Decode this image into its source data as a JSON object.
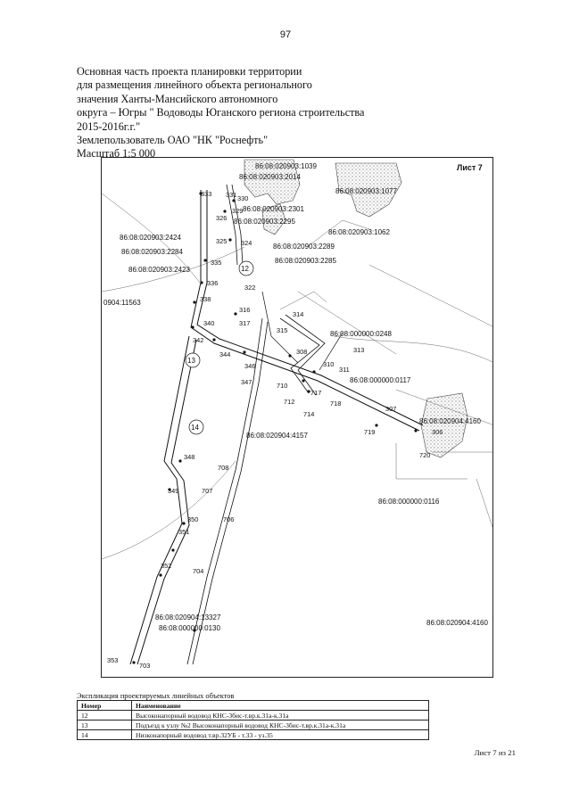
{
  "page_number": "97",
  "header": {
    "lines": [
      "Основная часть проекта планировки территории",
      "для размещения линейного объекта регионального",
      "значения Ханты-Мансийского автономного",
      "округа – Югры \" Водоводы Юганского региона строительства",
      "2015-2016г.г.\"",
      "Землепользователь ОАО \"НК \"Роснефть\"",
      "Масштаб 1:5 000"
    ]
  },
  "map": {
    "sheet_label": "Лист 7",
    "cadastral": [
      "86:08:020903:1039",
      "86:08:020903:2014",
      "86:08:020903:1077",
      "86:08:020903:2301",
      "86:08:020903:2295",
      "86:08:020903:2424",
      "86:08:020903:1062",
      "86:08:020903:2284",
      "86:08:020903:2289",
      "86:08:020903:2285",
      "86:08:020903:2423",
      "0904:11563",
      "86:08:000000:0248",
      "86:08:000000:0117",
      "86:08:020904:4160",
      "86:08:020904:4157",
      "86:08:000000:0116",
      "86:08:020904:13327",
      "86:08:000000:0130",
      "86:08:020904:4160"
    ],
    "point_labels": [
      "333",
      "331",
      "330",
      "329",
      "326",
      "325",
      "324",
      "335",
      "336",
      "322",
      "338",
      "316",
      "317",
      "340",
      "314",
      "315",
      "342",
      "308",
      "313",
      "344",
      "310",
      "311",
      "346",
      "347",
      "710",
      "717",
      "712",
      "718",
      "714",
      "307",
      "719",
      "306",
      "720",
      "348",
      "708",
      "349",
      "707",
      "350",
      "706",
      "351",
      "352",
      "704",
      "353",
      "703"
    ],
    "objects": [
      "12",
      "13",
      "14"
    ]
  },
  "legend": {
    "title": "Экспликация проектируемых линейных объектов",
    "headers": [
      "Номер",
      "Наименование"
    ],
    "rows": [
      [
        "12",
        "Высоконапорный водовод КНС-3бис-т.вр.к.31а-к.31а"
      ],
      [
        "13",
        "Подъезд к узлу №2 Высоконапорный водовод КНС-3бис-т.вр.к.31а-к.31а"
      ],
      [
        "14",
        "Низконапорный водовод т.вр.32УБ - т.33 - уз.35"
      ]
    ]
  },
  "footer": "Лист 7 из 21"
}
